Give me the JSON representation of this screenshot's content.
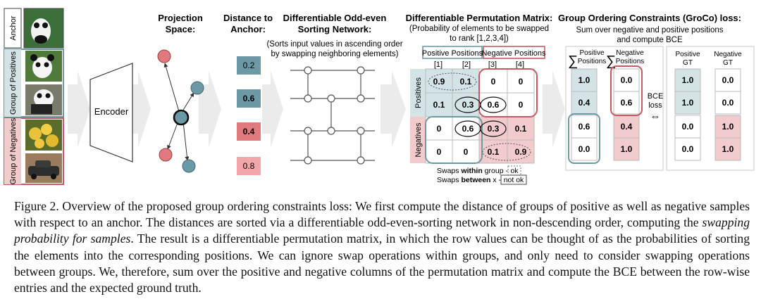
{
  "side_labels": {
    "anchor": "Anchor",
    "positives": "Group of Positives",
    "negatives": "Group of Negatives"
  },
  "encoder": "Encoder",
  "projection": {
    "title_line1": "Projection",
    "title_line2": "Space:"
  },
  "distance": {
    "title_line1": "Distance to",
    "title_line2": "Anchor:",
    "values": [
      "0.2",
      "0.6",
      "0.4",
      "0.8"
    ]
  },
  "sorting": {
    "title_line1": "Differentiable Odd-even",
    "title_line2": "Sorting Network:",
    "subtitle_line1": "(Sorts input values in ascending order",
    "subtitle_line2": "by swapping neighboring elements)"
  },
  "permutation": {
    "title": "Differentiable Permutation Matrix:",
    "subtitle_line1": "(Probability of elements to be swapped",
    "subtitle_line2": "to rank [1,2,3,4])",
    "positive_positions": "Positive Positions",
    "negative_positions": "Negative Positions",
    "col_labels": [
      "[1]",
      "[2]",
      "[3]",
      "[4]"
    ],
    "row_labels": [
      "Positives",
      "Negatives"
    ],
    "matrix": [
      [
        "0.9",
        "0.1",
        "0",
        "0"
      ],
      [
        "0.1",
        "0.3",
        "0.6",
        "0"
      ],
      [
        "0",
        "0.6",
        "0.3",
        "0.1"
      ],
      [
        "0",
        "0",
        "0.1",
        "0.9"
      ]
    ],
    "note_within_prefix": "Swaps ",
    "note_within_bold": "within",
    "note_within_suffix": " group - ",
    "note_within_tag": "ok",
    "note_between_prefix": "Swaps ",
    "note_between_bold": "between",
    "note_between_suffix": " x - ",
    "note_between_tag": "not ok"
  },
  "groco": {
    "title_line1": "Group Ordering Constraints (GroCo) loss:",
    "title_line2": "Sum over negative and positive positions",
    "title_line3": "and compute BCE",
    "sum_symbol": "∑",
    "pos_header_line1": "Positive",
    "pos_header_line2": "Positions",
    "neg_header_line1": "Negative",
    "neg_header_line2": "Positions",
    "pos_values": [
      "1.0",
      "0.4",
      "0.6",
      "0.0"
    ],
    "neg_values": [
      "0.0",
      "0.6",
      "0.4",
      "1.0"
    ],
    "bce_line1": "BCE",
    "bce_line2": "loss",
    "bce_arrow": "⇔",
    "gt_pos_header_line1": "Positive",
    "gt_pos_header_line2": "GT",
    "gt_neg_header_line1": "Negative",
    "gt_neg_header_line2": "GT",
    "gt_pos_values": [
      "1.0",
      "1.0",
      "0.0",
      "0.0"
    ],
    "gt_neg_values": [
      "0.0",
      "0.0",
      "1.0",
      "1.0"
    ]
  },
  "caption": {
    "p1": "Figure 2.  Overview of the proposed group ordering constraints loss: We first compute the distance of groups of positive as well as negative samples with respect to an anchor. The distances are sorted via a differentiable odd-even-sorting network in non-descending order, computing the ",
    "p2_italic": "swapping probability for samples",
    "p3": ". The result is a differentiable permutation matrix, in which the row values can be thought of as the probabilities of sorting the elements into the corresponding positions. We can ignore swap operations within groups, and only need to consider swapping operations between groups. We, therefore, sum over the positive and negative columns of the permutation matrix and compute the BCE between the row-wise entries and the expected ground truth."
  },
  "colors": {
    "teal": "#6b9aa6",
    "teal_light": "#d3e3e6",
    "red": "#c9585f",
    "red_light": "#f2cbcd",
    "node_red": "#e07a7f",
    "arrow_gray": "#e6e6e6"
  }
}
